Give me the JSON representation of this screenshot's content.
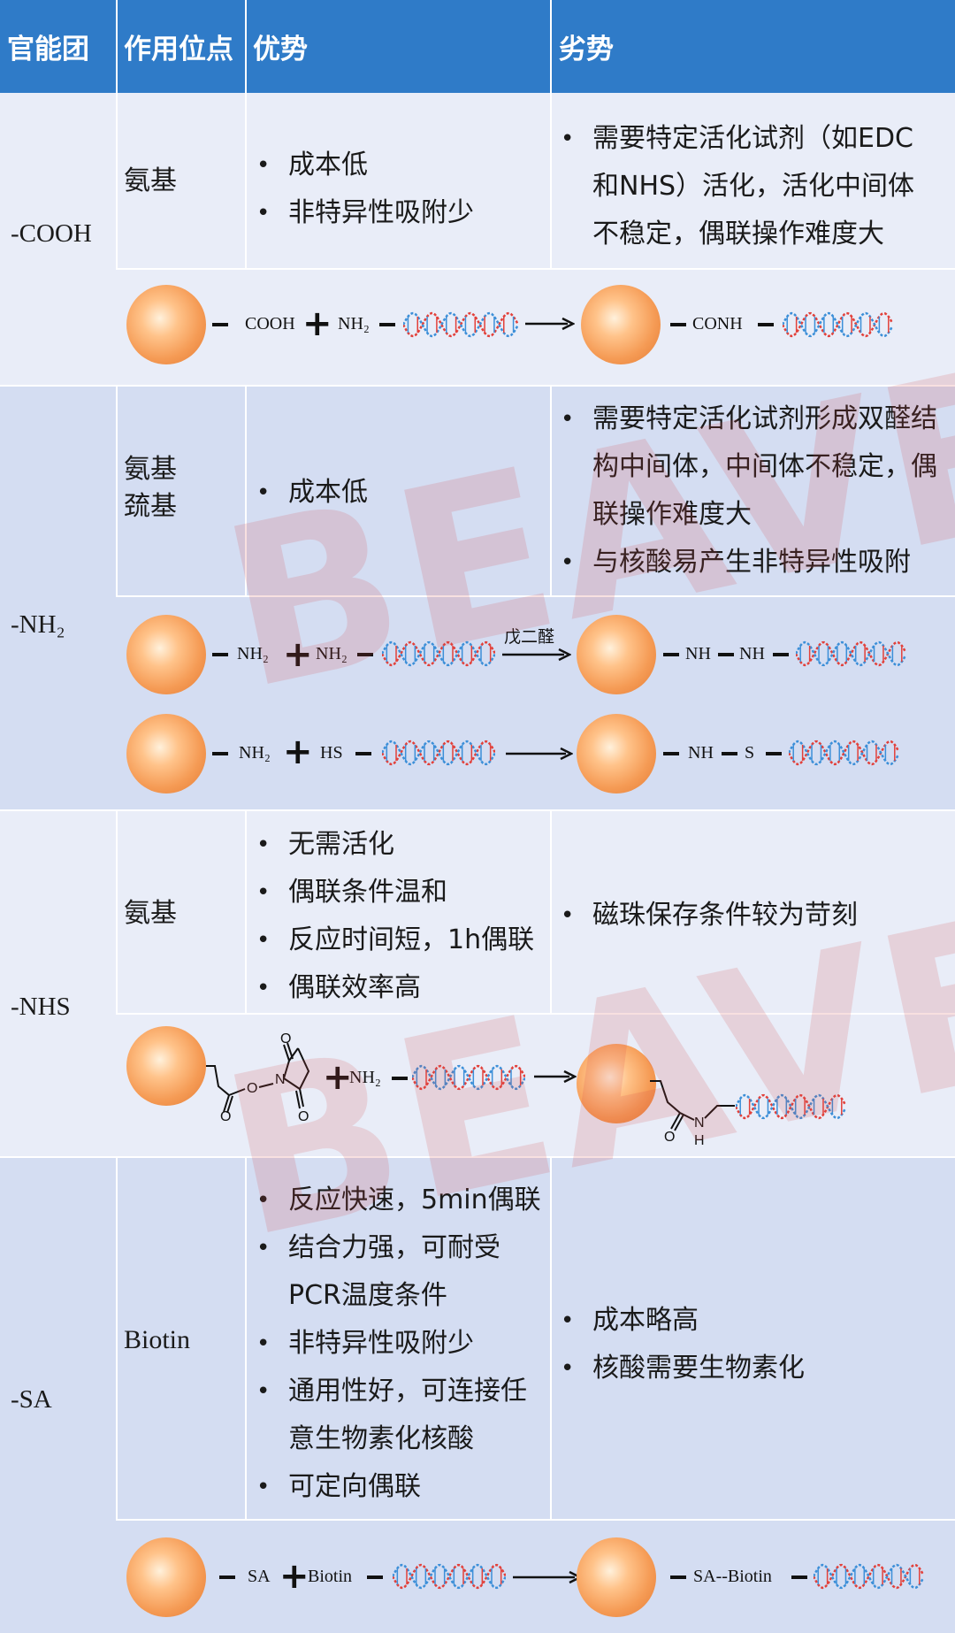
{
  "header": {
    "col1": "官能团",
    "col2": "作用位点",
    "col3": "优势",
    "col4": "劣势"
  },
  "rows": [
    {
      "group": "-COOH",
      "site": "氨基",
      "advantages": [
        "成本低",
        "非特异性吸附少"
      ],
      "disadvantages": [
        "需要特定活化试剂（如EDC和NHS）活化，活化中间体不稳定，偶联操作难度大"
      ],
      "reaction": {
        "reactant1": "COOH",
        "reactant2": "NH₂",
        "product": "CONH"
      }
    },
    {
      "group": "-NH₂",
      "site_lines": [
        "氨基",
        "巯基"
      ],
      "advantages": [
        "成本低"
      ],
      "disadvantages": [
        "需要特定活化试剂形成双醛结构中间体，中间体不稳定，偶联操作难度大",
        "与核酸易产生非特异性吸附"
      ],
      "reaction1": {
        "reactant1": "NH₂",
        "reactant2": "NH₂",
        "reagent": "戊二醛",
        "product_a": "NH",
        "product_b": "NH"
      },
      "reaction2": {
        "reactant1": "NH₂",
        "reactant2": "HS",
        "product_a": "NH",
        "product_b": "S"
      }
    },
    {
      "group": "-NHS",
      "site": "氨基",
      "advantages": [
        "无需活化",
        "偶联条件温和",
        "反应时间短，1h偶联",
        "偶联效率高"
      ],
      "disadvantages": [
        "磁珠保存条件较为苛刻"
      ],
      "reaction": {
        "reactant2": "NH₂",
        "atom_o": "O",
        "atom_n": "N",
        "atom_h": "H"
      }
    },
    {
      "group": "-SA",
      "site": "Biotin",
      "advantages": [
        "反应快速，5min偶联",
        "结合力强，可耐受PCR温度条件",
        "非特异性吸附少",
        "通用性好，可连接任意生物素化核酸",
        "可定向偶联"
      ],
      "disadvantages": [
        "成本略高",
        "核酸需要生物素化"
      ],
      "reaction": {
        "reactant1": "SA",
        "reactant2": "Biotin",
        "product": "SA--Biotin"
      }
    }
  ],
  "watermark": "BEAVER",
  "colors": {
    "header": "#2f7bc8",
    "band_light": "#e9edf8",
    "band_dark": "#d4ddf2",
    "bead": "#f59b55",
    "dna_red": "#e2403a",
    "dna_blue": "#3c8fd8"
  }
}
